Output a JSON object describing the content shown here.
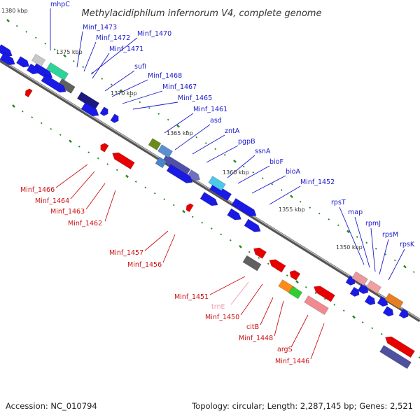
{
  "title": "Methylacidiphilum infernorum V4, complete genome",
  "scale_labels": [
    "1380 kbp",
    "1375 kbp",
    "1370 kbp",
    "1365 kbp",
    "1360 kbp",
    "1355 kbp",
    "1350 kbp"
  ],
  "forward_genes": [
    "mhpC",
    "Minf_1473",
    "Minf_1472",
    "Minf_1470",
    "Minf_1471",
    "sufI",
    "Minf_1468",
    "Minf_1467",
    "Minf_1465",
    "Minf_1461",
    "asd",
    "zntA",
    "pgpB",
    "ssnA",
    "bioF",
    "bioA",
    "Minf_1452",
    "rpsT",
    "map",
    "rpmJ",
    "rpsM",
    "rpsK"
  ],
  "reverse_genes": [
    "Minf_1466",
    "Minf_1464",
    "Minf_1463",
    "Minf_1462",
    "Minf_1457",
    "Minf_1456",
    "Minf_1451",
    "trnE",
    "Minf_1450",
    "citB",
    "Minf_1448",
    "argS",
    "Minf_1446"
  ],
  "colors": {
    "forward_blue": "#1a1ae6",
    "reverse_red": "#e60000",
    "forward_label": "#1a1acc",
    "reverse_label": "#cc1111",
    "trna_pink": "#f29bb5",
    "tick_green": "#1e8c1e",
    "backbone_gray": "#888888"
  },
  "footer": {
    "accession": "Accession: NC_010794",
    "topology": "Topology: circular; Length: 2,287,145 bp; Genes: 2,521"
  }
}
